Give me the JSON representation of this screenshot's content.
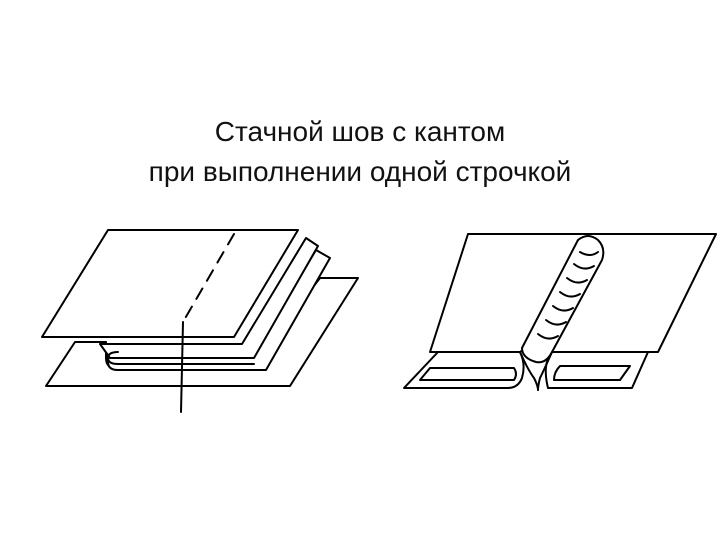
{
  "title": {
    "line1": "Стачной шов с кантом",
    "line2": "при выполнении одной строчкой"
  },
  "colors": {
    "ink": "#000000",
    "background": "#ffffff"
  },
  "figures": [
    "seam-before-pressing",
    "seam-with-piping-finished"
  ]
}
